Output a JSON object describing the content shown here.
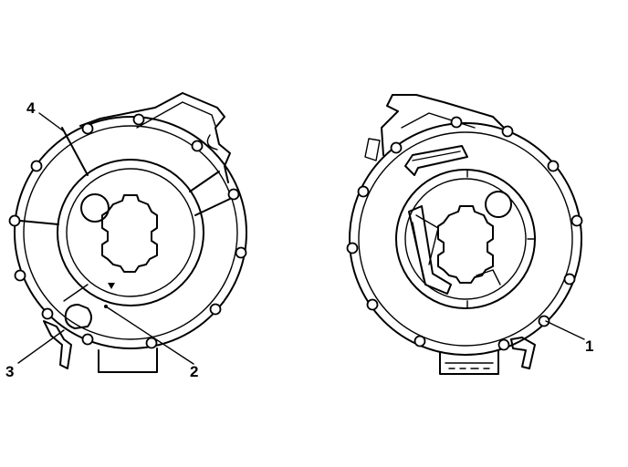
{
  "figure": {
    "callouts": [
      {
        "id": "c1",
        "label": "1"
      },
      {
        "id": "c2",
        "label": "2"
      },
      {
        "id": "c3",
        "label": "3"
      },
      {
        "id": "c4",
        "label": "4"
      }
    ],
    "colors": {
      "ink": "#000000",
      "paper": "#ffffff"
    }
  }
}
